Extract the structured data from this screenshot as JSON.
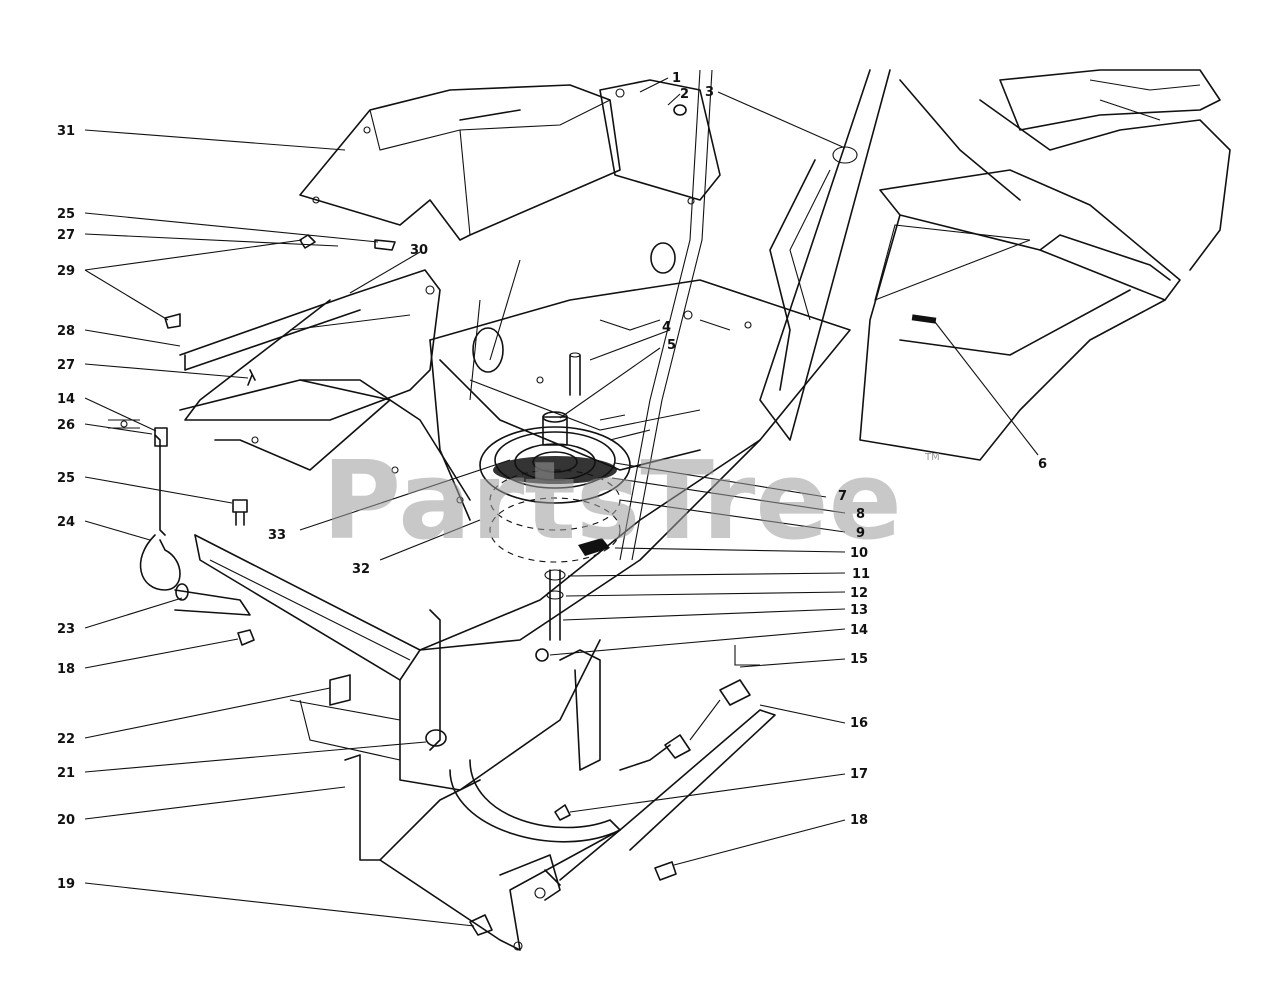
{
  "watermark": "PartsTree",
  "trademark": "TM",
  "callouts": [
    {
      "id": "c1",
      "label": "1"
    },
    {
      "id": "c2",
      "label": "2"
    },
    {
      "id": "c3",
      "label": "3"
    },
    {
      "id": "c4",
      "label": "4"
    },
    {
      "id": "c5",
      "label": "5"
    },
    {
      "id": "c6",
      "label": "6"
    },
    {
      "id": "c7",
      "label": "7"
    },
    {
      "id": "c8",
      "label": "8"
    },
    {
      "id": "c9",
      "label": "9"
    },
    {
      "id": "c10",
      "label": "10"
    },
    {
      "id": "c11",
      "label": "11"
    },
    {
      "id": "c12",
      "label": "12"
    },
    {
      "id": "c13",
      "label": "13"
    },
    {
      "id": "c14r",
      "label": "14"
    },
    {
      "id": "c15",
      "label": "15"
    },
    {
      "id": "c16",
      "label": "16"
    },
    {
      "id": "c17",
      "label": "17"
    },
    {
      "id": "c18r",
      "label": "18"
    },
    {
      "id": "c19",
      "label": "19"
    },
    {
      "id": "c20",
      "label": "20"
    },
    {
      "id": "c21",
      "label": "21"
    },
    {
      "id": "c22",
      "label": "22"
    },
    {
      "id": "c18l",
      "label": "18"
    },
    {
      "id": "c23",
      "label": "23"
    },
    {
      "id": "c24",
      "label": "24"
    },
    {
      "id": "c25b",
      "label": "25"
    },
    {
      "id": "c26",
      "label": "26"
    },
    {
      "id": "c14l",
      "label": "14"
    },
    {
      "id": "c27b",
      "label": "27"
    },
    {
      "id": "c28",
      "label": "28"
    },
    {
      "id": "c29",
      "label": "29"
    },
    {
      "id": "c27a",
      "label": "27"
    },
    {
      "id": "c25a",
      "label": "25"
    },
    {
      "id": "c30",
      "label": "30"
    },
    {
      "id": "c31",
      "label": "31"
    },
    {
      "id": "c32",
      "label": "32"
    },
    {
      "id": "c33",
      "label": "33"
    }
  ]
}
